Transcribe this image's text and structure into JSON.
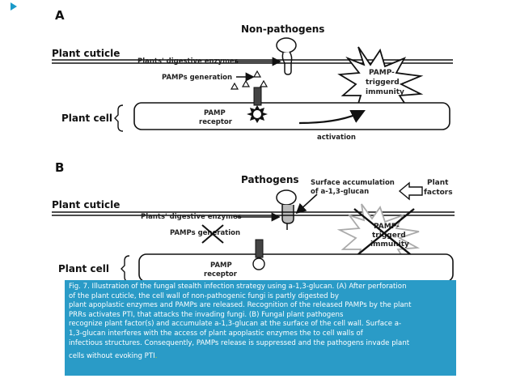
{
  "panel_a": {
    "letter": "A",
    "non_pathogens": "Non-pathogens",
    "plant_cuticle": "Plant cuticle",
    "digestive_enzymes": "Plants' digestive enzymes",
    "pamps_generation": "PAMPs generation",
    "plant_cell": "Plant cell",
    "pamp_receptor_line1": "PAMP",
    "pamp_receptor_line2": "receptor",
    "pti_line1": "PAMP-",
    "pti_line2": "triggerd",
    "pti_line3": "immunity",
    "activation": "activation"
  },
  "panel_b": {
    "letter": "B",
    "pathogens": "Pathogens",
    "surface_accum_line1": "Surface accumulation",
    "surface_accum_line2": "of a-1,3-glucan",
    "plant_factors_line1": "Plant",
    "plant_factors_line2": "factors",
    "plant_cuticle": "Plant cuticle",
    "digestive_enzymes": "Plants' digestive enzymes",
    "pamps_generation": "PAMPs generation",
    "pti_line1": "PAMP-",
    "pti_line2": "triggerd",
    "pti_line3": "immunity",
    "plant_cell": "Plant cell",
    "pamp_receptor_line1": "PAMP",
    "pamp_receptor_line2": "receptor"
  },
  "caption": {
    "line1": "Fig. 7. Illustration of the fungal stealth infection strategy using a-1,3-glucan. (A) After perforation",
    "line2": "of the plant cuticle, the cell wall of non-pathogenic fungi is partly digested by",
    "line3": "plant apoplastic enzymes and PAMPs are released. Recognition of the released PAMPs by the plant",
    "line4": "PRRs activates PTI, that attacks the invading fungi. (B) Fungal plant pathogens",
    "line5": "recognize plant factor(s) and accumulate a-1,3-glucan at the surface of the cell wall. Surface a-",
    "line6": "1,3-glucan interferes with the access of plant apoplastic enzymes the to cell walls of",
    "line7": "infectious structures. Consequently, PAMPs release is suppressed and the pathogens invade plant",
    "line8": "cells without evoking PTI",
    "end_mark": "."
  },
  "colors": {
    "caption_bg": "#2a9bc7",
    "deco_arrow": "#1a9ac9"
  }
}
